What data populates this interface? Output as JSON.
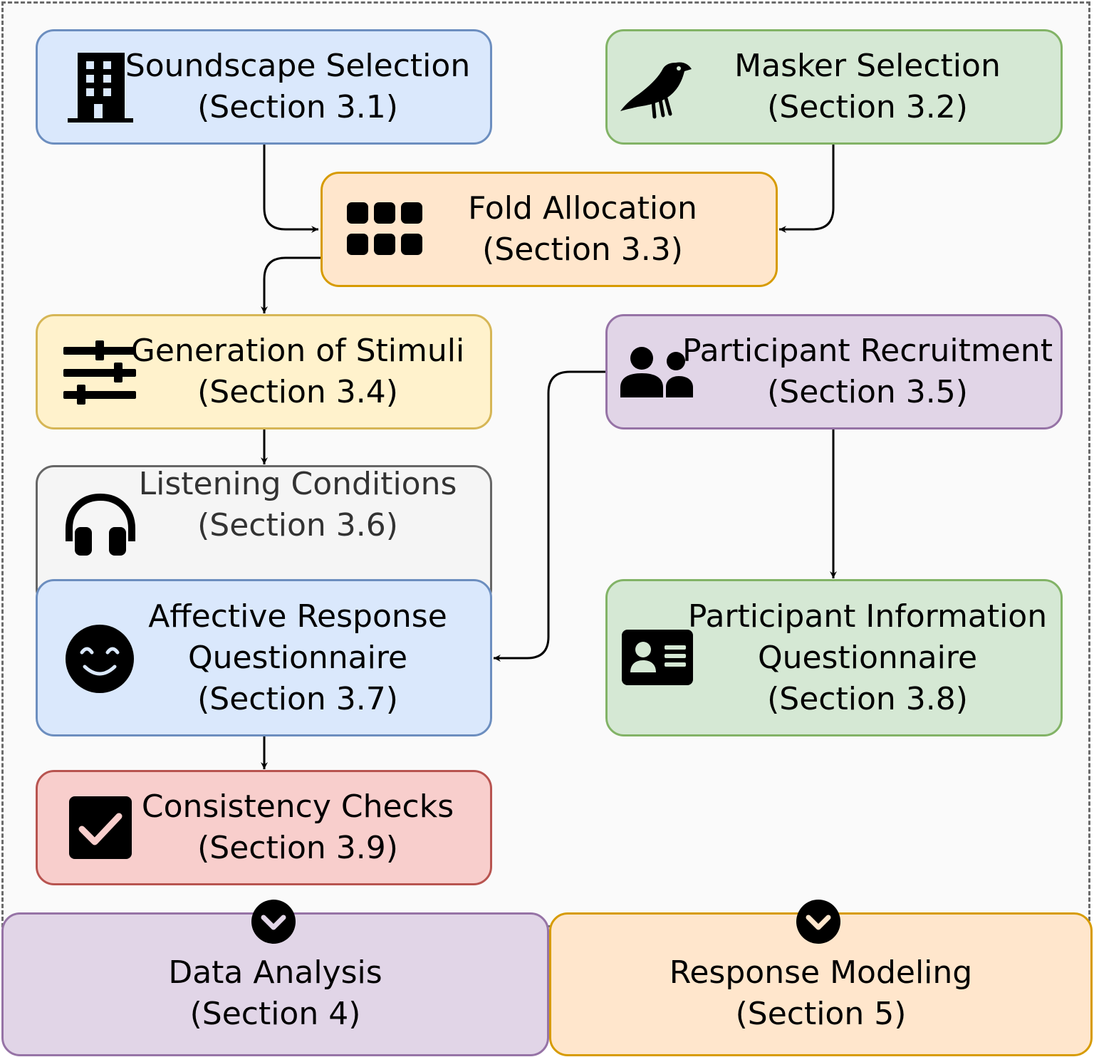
{
  "nodes": {
    "soundscape": {
      "label": "Soundscape Selection",
      "section": "(Section 3.1)",
      "icon": "building-icon",
      "fill": "#dae8fc",
      "stroke": "#6c8ebf"
    },
    "masker": {
      "label": "Masker Selection",
      "section": "(Section 3.2)",
      "icon": "bird-icon",
      "fill": "#d5e8d4",
      "stroke": "#82b366"
    },
    "fold": {
      "label": "Fold Allocation",
      "section": "(Section 3.3)",
      "icon": "grid-icon",
      "fill": "#ffe6cc",
      "stroke": "#d79b00"
    },
    "stimuli": {
      "label": "Generation of Stimuli",
      "section": "(Section 3.4)",
      "icon": "sliders-icon",
      "fill": "#fff2cc",
      "stroke": "#d6b656"
    },
    "recruitment": {
      "label": "Participant Recruitment",
      "section": "(Section 3.5)",
      "icon": "people-icon",
      "fill": "#e1d5e7",
      "stroke": "#9673a6"
    },
    "listening": {
      "label": "Listening Conditions",
      "section": "(Section 3.6)",
      "icon": "headphones-icon",
      "fill": "#f5f5f5",
      "stroke": "#666666",
      "text_color": "#333333"
    },
    "affective": {
      "label1": "Affective Response",
      "label2": "Questionnaire",
      "section": "(Section 3.7)",
      "icon": "smile-icon",
      "fill": "#dae8fc",
      "stroke": "#6c8ebf"
    },
    "participant_info": {
      "label1": "Participant Information",
      "label2": "Questionnaire",
      "section": "(Section 3.8)",
      "icon": "id-card-icon",
      "fill": "#d5e8d4",
      "stroke": "#82b366"
    },
    "consistency": {
      "label": "Consistency Checks",
      "section": "(Section 3.9)",
      "icon": "checkbox-icon",
      "fill": "#f8cecc",
      "stroke": "#b85450"
    },
    "analysis": {
      "label": "Data Analysis",
      "section": "(Section 4)",
      "icon": "chevron-down-circle-icon",
      "fill": "#e1d5e7",
      "stroke": "#9673a6"
    },
    "modeling": {
      "label": "Response Modeling",
      "section": "(Section 5)",
      "icon": "chevron-down-circle-icon",
      "fill": "#ffe6cc",
      "stroke": "#d79b00"
    }
  },
  "edges": [
    {
      "from": "soundscape",
      "to": "fold"
    },
    {
      "from": "masker",
      "to": "fold"
    },
    {
      "from": "fold",
      "to": "stimuli"
    },
    {
      "from": "stimuli",
      "to": "listening"
    },
    {
      "from": "recruitment",
      "to": "affective"
    },
    {
      "from": "recruitment",
      "to": "participant_info"
    },
    {
      "from": "affective",
      "to": "consistency"
    }
  ]
}
